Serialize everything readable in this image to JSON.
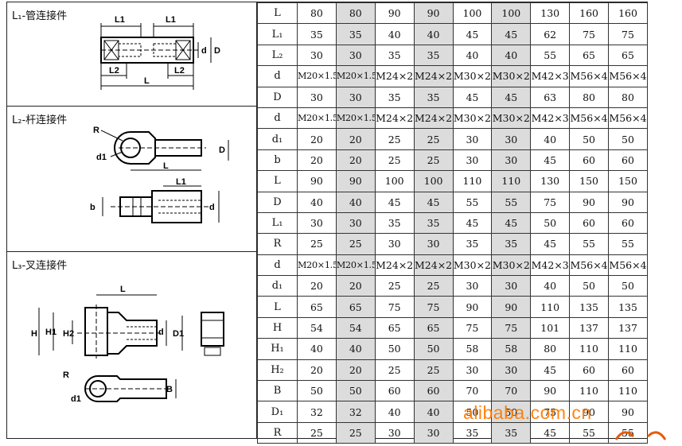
{
  "sections": [
    {
      "title": "L₁-管连接件",
      "rows": [
        {
          "param": "L",
          "values": [
            "80",
            "80",
            "90",
            "90",
            "100",
            "100",
            "130",
            "160",
            "160"
          ]
        },
        {
          "param": "L₁",
          "values": [
            "35",
            "35",
            "40",
            "40",
            "45",
            "45",
            "62",
            "75",
            "75"
          ]
        },
        {
          "param": "L₂",
          "values": [
            "30",
            "30",
            "35",
            "35",
            "40",
            "40",
            "55",
            "65",
            "65"
          ]
        },
        {
          "param": "d",
          "values": [
            "M20×1.5",
            "M20×1.5",
            "M24×2",
            "M24×2",
            "M30×2",
            "M30×2",
            "M42×3",
            "M56×4",
            "M56×4"
          ]
        },
        {
          "param": "D",
          "values": [
            "30",
            "30",
            "35",
            "35",
            "45",
            "45",
            "63",
            "80",
            "80"
          ]
        }
      ]
    },
    {
      "title": "L₂-杆连接件",
      "rows": [
        {
          "param": "d",
          "values": [
            "M20×1.5",
            "M20×1.5",
            "M24×2",
            "M24×2",
            "M30×2",
            "M30×2",
            "M42×3",
            "M56×4",
            "M56×4"
          ]
        },
        {
          "param": "d₁",
          "values": [
            "20",
            "20",
            "25",
            "25",
            "30",
            "30",
            "40",
            "50",
            "50"
          ]
        },
        {
          "param": "b",
          "values": [
            "20",
            "20",
            "25",
            "25",
            "30",
            "30",
            "45",
            "60",
            "60"
          ]
        },
        {
          "param": "L",
          "values": [
            "90",
            "90",
            "100",
            "100",
            "110",
            "110",
            "130",
            "150",
            "150"
          ]
        },
        {
          "param": "D",
          "values": [
            "40",
            "40",
            "45",
            "45",
            "55",
            "55",
            "75",
            "90",
            "90"
          ]
        },
        {
          "param": "L₁",
          "values": [
            "30",
            "30",
            "35",
            "35",
            "45",
            "45",
            "50",
            "60",
            "60"
          ]
        },
        {
          "param": "R",
          "values": [
            "25",
            "25",
            "30",
            "30",
            "35",
            "35",
            "45",
            "55",
            "55"
          ]
        }
      ]
    },
    {
      "title": "L₃-叉连接件",
      "rows": [
        {
          "param": "d",
          "values": [
            "M20×1.5",
            "M20×1.5",
            "M24×2",
            "M24×2",
            "M30×2",
            "M30×2",
            "M42×3",
            "M56×4",
            "M56×4"
          ]
        },
        {
          "param": "d₁",
          "values": [
            "20",
            "20",
            "25",
            "25",
            "30",
            "30",
            "40",
            "50",
            "50"
          ]
        },
        {
          "param": "L",
          "values": [
            "65",
            "65",
            "75",
            "75",
            "90",
            "90",
            "110",
            "135",
            "135"
          ]
        },
        {
          "param": "H",
          "values": [
            "54",
            "54",
            "65",
            "65",
            "75",
            "75",
            "101",
            "137",
            "137"
          ]
        },
        {
          "param": "H₁",
          "values": [
            "40",
            "40",
            "50",
            "50",
            "58",
            "58",
            "80",
            "110",
            "110"
          ]
        },
        {
          "param": "H₂",
          "values": [
            "20",
            "20",
            "25",
            "25",
            "30",
            "30",
            "45",
            "60",
            "60"
          ]
        },
        {
          "param": "B",
          "values": [
            "50",
            "50",
            "60",
            "60",
            "70",
            "70",
            "90",
            "110",
            "110"
          ]
        },
        {
          "param": "D₁",
          "values": [
            "32",
            "32",
            "40",
            "40",
            "50",
            "50",
            "75",
            "90",
            "90"
          ]
        },
        {
          "param": "R",
          "values": [
            "25",
            "25",
            "30",
            "30",
            "35",
            "35",
            "45",
            "55",
            "55"
          ]
        }
      ]
    }
  ],
  "shaded_columns": [
    1,
    3,
    5
  ],
  "drawing_labels": {
    "s1": {
      "l1a": "L1",
      "l1b": "L1",
      "l2a": "L2",
      "l": "L",
      "l2b": "L2",
      "d": "d",
      "D": "D"
    },
    "s2": {
      "R": "R",
      "d1": "d1",
      "D": "D",
      "L": "L",
      "L1": "L1",
      "b": "b",
      "d": "d"
    },
    "s3": {
      "L": "L",
      "H": "H",
      "H1": "H1",
      "H2": "H2",
      "d": "d",
      "D1": "D1",
      "R": "R",
      "d1": "d1",
      "B": "B"
    }
  },
  "watermark": "alibaba.com.cn"
}
